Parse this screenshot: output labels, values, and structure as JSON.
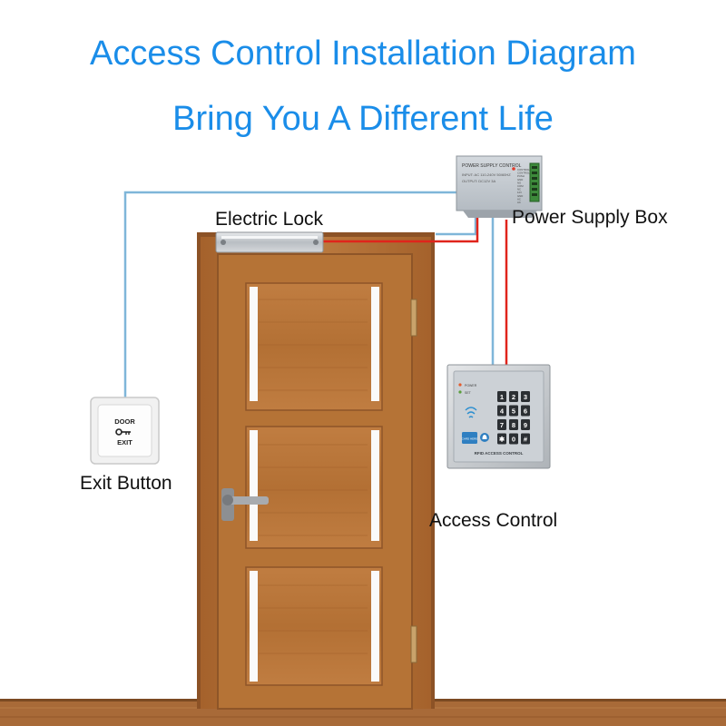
{
  "title": "Access Control Installation Diagram",
  "subtitle": "Bring You A Different Life",
  "labels": {
    "electric_lock": "Electric Lock",
    "power_supply_box": "Power Supply Box",
    "exit_button": "Exit Button",
    "access_control": "Access Control"
  },
  "power_supply": {
    "header": "POWER SUPPLY CONTROL",
    "spec_line_1": "INPUT: AC 110-240V 50/60HZ",
    "spec_line_2": "OUTPUT: DC12V 3A",
    "terminals": [
      "CONTROL",
      "CONTROL",
      "PUSH",
      "GND",
      "NO",
      "COM",
      "NC",
      "12V",
      "GND",
      "AC",
      "AC"
    ]
  },
  "exit_button": {
    "text_top": "DOOR",
    "text_bottom": "EXIT"
  },
  "keypad": {
    "indicator_1": "POWER",
    "indicator_2": "SET",
    "keys": [
      "1",
      "2",
      "3",
      "4",
      "5",
      "6",
      "7",
      "8",
      "9",
      "✱",
      "0",
      "#"
    ],
    "card_label": "CARD HERE",
    "brand": "RFID ACCESS CONTROL"
  },
  "colors": {
    "title": "#1a8de9",
    "wire_signal": "#7fb6d9",
    "wire_power": "#e0241b",
    "door_wood": "#b47238",
    "floor": "#a86a38"
  }
}
